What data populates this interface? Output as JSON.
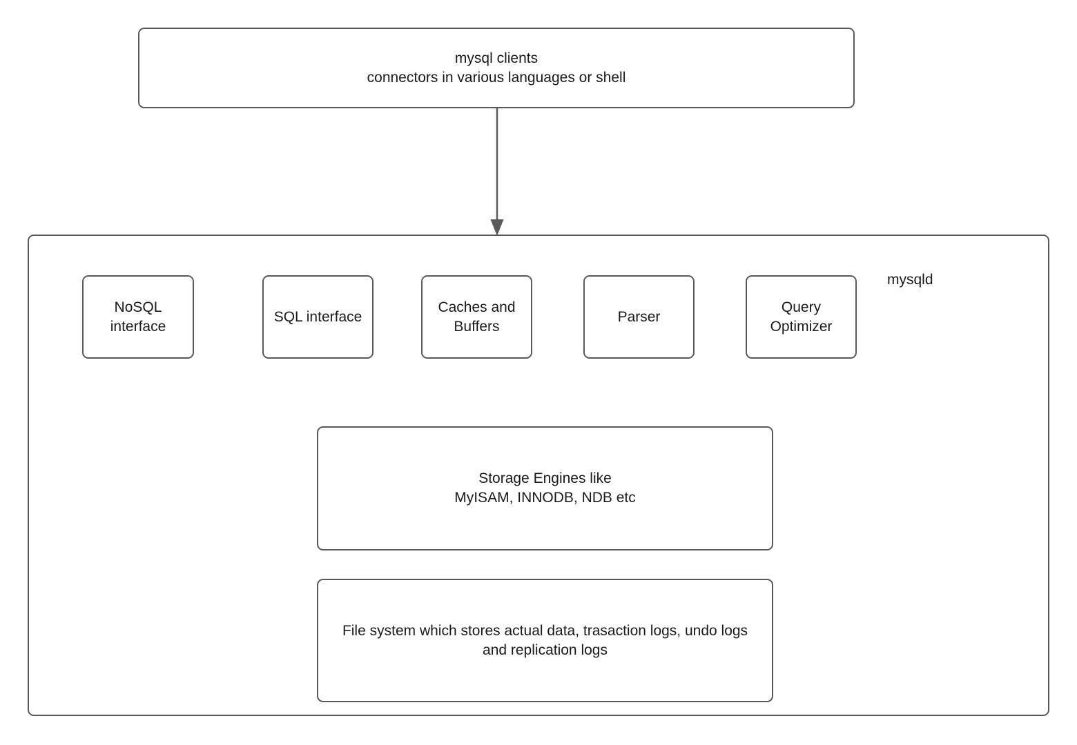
{
  "diagram": {
    "title": "MySQL server architecture diagram",
    "stroke_color": "#595959",
    "text_color": "#1a1a1a",
    "background_color": "#ffffff",
    "nodes": {
      "clients": {
        "label": "mysql clients\nconnectors in various languages or shell"
      },
      "mysqld": {
        "label": "mysqld"
      },
      "nosql_interface": {
        "label": "NoSQL\ninterface"
      },
      "sql_interface": {
        "label": "SQL interface"
      },
      "caches_and_buffers": {
        "label": "Caches and\nBuffers"
      },
      "parser": {
        "label": "Parser"
      },
      "query_optimizer": {
        "label": "Query\nOptimizer"
      },
      "storage_engines": {
        "label": "Storage Engines like\nMyISAM, INNODB, NDB etc"
      },
      "file_system": {
        "label": "File system which stores actual data, trasaction logs, undo logs\nand replication logs"
      }
    },
    "edges": [
      {
        "name": "clients-to-mysqld-arrow",
        "from": "clients",
        "to": "mysqld",
        "style": "solid-line-with-arrowhead",
        "direction": "down"
      }
    ]
  }
}
